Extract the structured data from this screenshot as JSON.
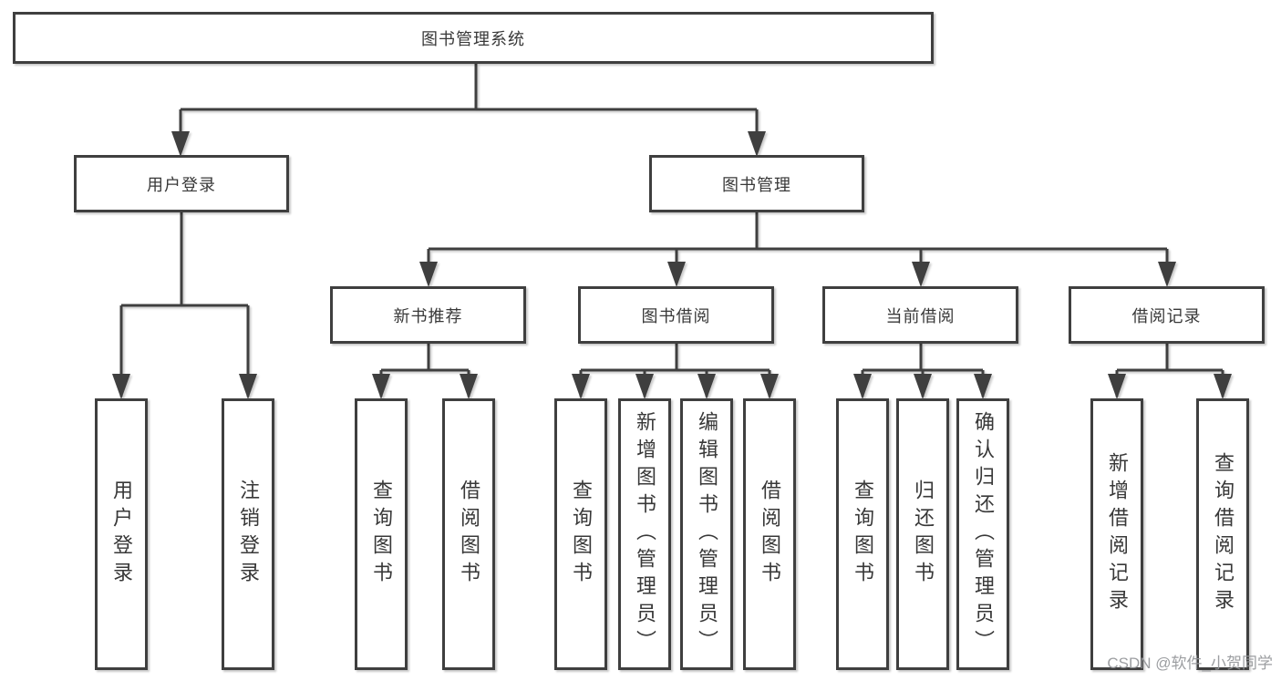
{
  "tree": {
    "label": "图书管理系统",
    "children": [
      {
        "label": "用户登录",
        "children": [
          {
            "label": "用户登录"
          },
          {
            "label": "注销登录"
          }
        ]
      },
      {
        "label": "图书管理",
        "children": [
          {
            "label": "新书推荐",
            "children": [
              {
                "label": "查询图书"
              },
              {
                "label": "借阅图书"
              }
            ]
          },
          {
            "label": "图书借阅",
            "children": [
              {
                "label": "查询图书"
              },
              {
                "label": "新增图书（管理员）"
              },
              {
                "label": "编辑图书（管理员）"
              },
              {
                "label": "借阅图书"
              }
            ]
          },
          {
            "label": "当前借阅",
            "children": [
              {
                "label": "查询图书"
              },
              {
                "label": "归还图书"
              },
              {
                "label": "确认归还（管理员）"
              }
            ]
          },
          {
            "label": "借阅记录",
            "children": [
              {
                "label": "新增借阅记录"
              },
              {
                "label": "查询借阅记录"
              }
            ]
          }
        ]
      }
    ]
  },
  "watermark": {
    "text": "CSDN @软件_小贺同学"
  },
  "colors": {
    "line": "#3f3f3f",
    "text": "#383838",
    "background": "#ffffff",
    "watermark": "#94969 9"
  }
}
